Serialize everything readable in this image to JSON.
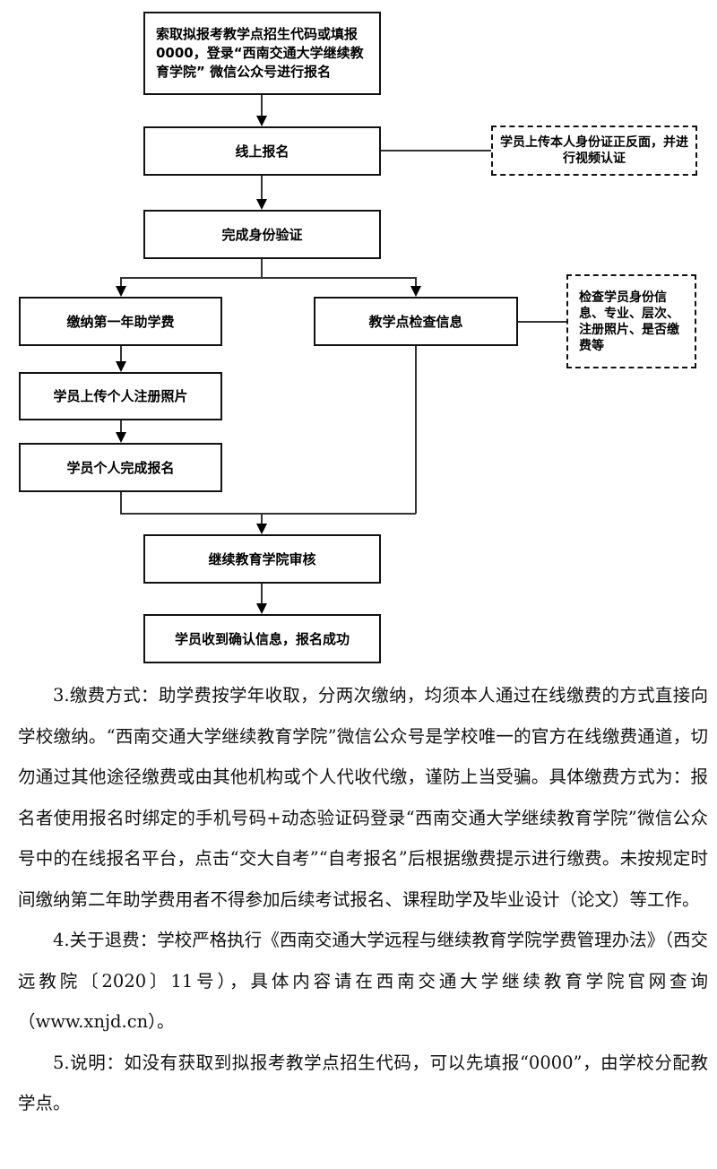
{
  "flowchart": {
    "steps": {
      "start": "索取拟报考教学点招生代码或填报0000，登录“西南交通大学继续教育学院” 微信公众号进行报名",
      "online_register": "线上报名",
      "identity_verify": "完成身份验证",
      "pay_first_year": "缴纳第一年助学费",
      "upload_photo": "学员上传个人注册照片",
      "complete_registration": "学员个人完成报名",
      "center_check": "教学点检查信息",
      "college_review": "继续教育学院审核",
      "success": "学员收到确认信息，报名成功"
    },
    "notes": {
      "id_upload": "学员上传本人身份证正反面，并进行视频认证",
      "check_items": "检查学员身份信息、专业、层次、注册照片、是否缴费等"
    }
  },
  "body_text": {
    "item3_line1": "3.缴费方式：助学费按学年收取，分两次缴纳，均须本人通过在线缴费的方式直接向学校缴纳。“西南交通大学继续教育学院”微信公众号是学校唯一的官方在线缴费通道，切勿通过其他途径缴费或由其他机构或个人代收代缴，谨防上当受骗。具体缴费方式为：报名者使用报名时绑定的手机号码+动态验证码登录“西南交通大学继续教育学院”微信公众号中的在线报名平台，点击“交大自考”“自考报名”后根据缴费提示进行缴费。未按规定时间缴纳第二年助学费用者不得参加后续考试报名、课程助学及毕业设计（论文）等工作。",
    "item4": "4.关于退费：学校严格执行《西南交通大学远程与继续教育学院学费管理办法》（西交远教院〔2020〕11号），具体内容请在西南交通大学继续教育学院官网查询（www.xnjd.cn）。",
    "item5": "5.说明：如没有获取到拟报考教学点招生代码，可以先填报“0000”，由学校分配教学点。"
  }
}
